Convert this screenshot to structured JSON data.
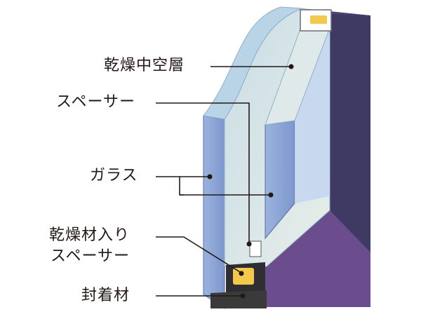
{
  "labels": {
    "drying_air_layer": "乾燥中空層",
    "spacer": "スペーサー",
    "glass": "ガラス",
    "desiccant_spacer_line1": "乾燥材入り",
    "desiccant_spacer_line2": "スペーサー",
    "sealant": "封着材"
  },
  "colors": {
    "text": "#231815",
    "frame_dark": "#4a4470",
    "glass_blue": "#8ea6d6",
    "glass_light": "#d9e6e8",
    "desiccant": "#f2c94c",
    "sealant": "#3a3a3a"
  }
}
